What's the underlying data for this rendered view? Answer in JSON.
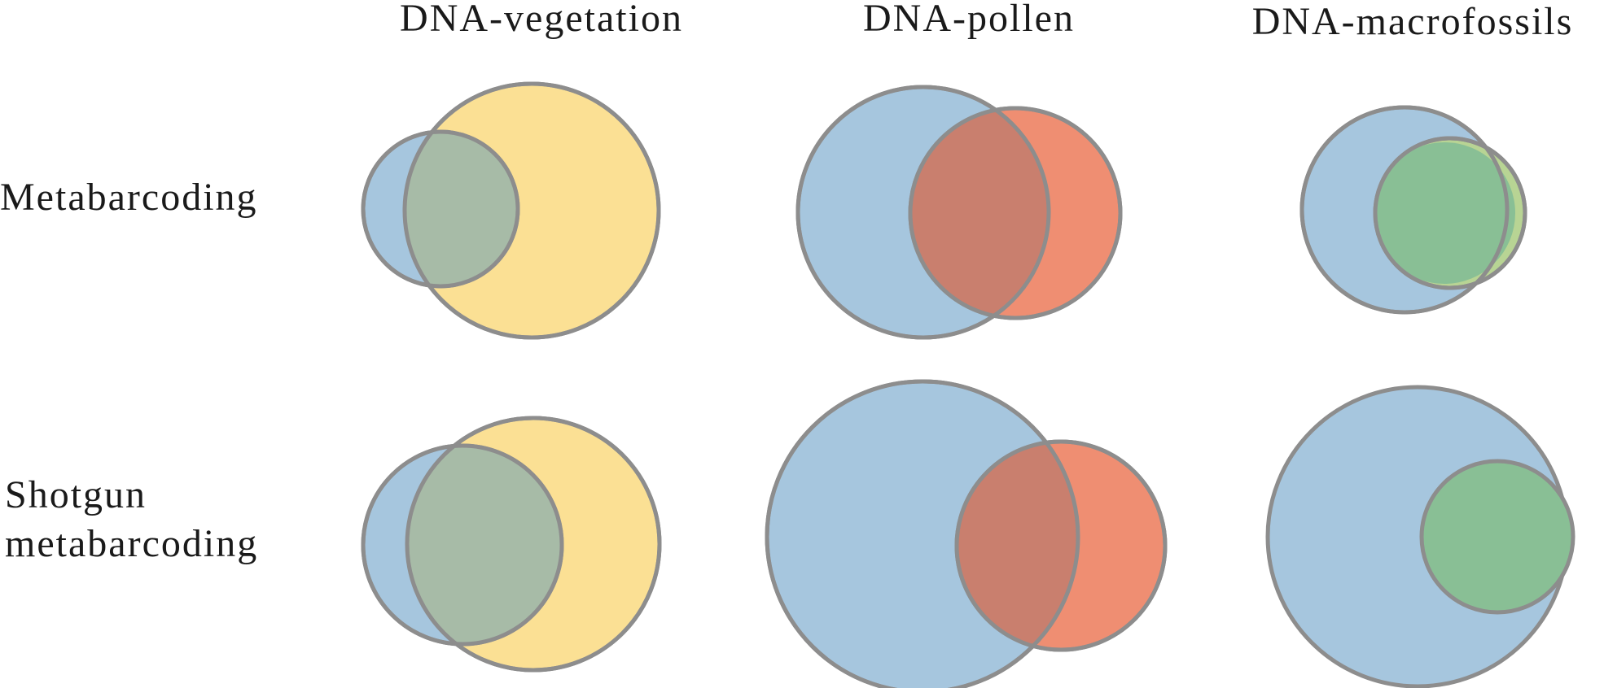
{
  "columns": [
    "DNA-vegetation",
    "DNA-pollen",
    "DNA-macrofossils"
  ],
  "rows": [
    {
      "label_lines": [
        "Metabarcoding"
      ]
    },
    {
      "label_lines": [
        "Shotgun",
        "metabarcoding"
      ]
    }
  ],
  "colors": {
    "dna": "#a6c6de",
    "vegetation": "#fbe094",
    "pollen": "#ef8e72",
    "macrofossils": "#89bf95",
    "overlap_vegetation": "#a7bba7",
    "overlap_pollen": "#c97f6e",
    "outline": "#8d8d8d"
  }
}
